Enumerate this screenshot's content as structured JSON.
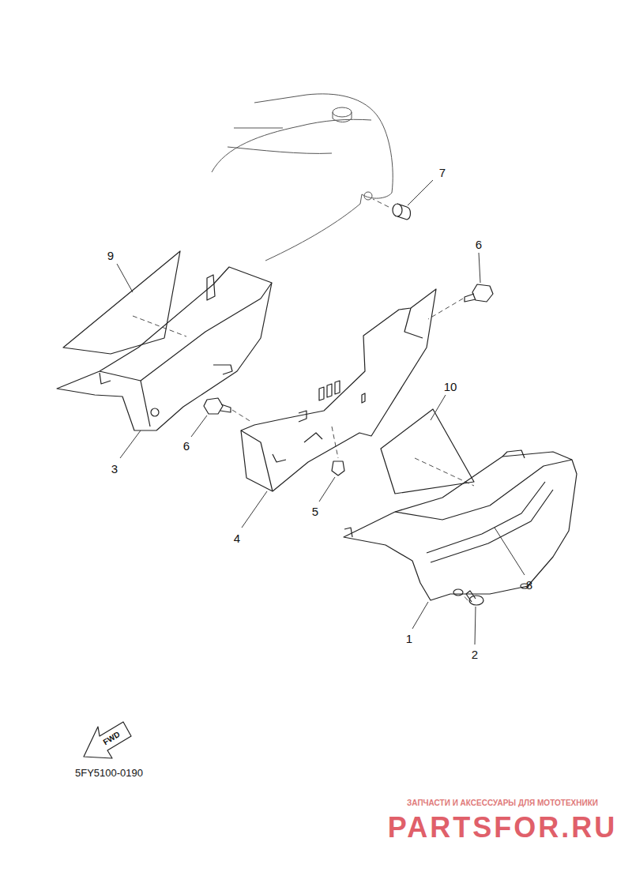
{
  "diagram": {
    "labels": [
      "7",
      "9",
      "6",
      "10",
      "6",
      "3",
      "5",
      "4",
      "8",
      "1",
      "2",
      "FWD",
      "5FY5100-0190",
      "ЗАПЧАСТИ И АКСЕССУАРЫ ДЛЯ МОТОТЕХНИКИ",
      "PARTSFOR.RU"
    ]
  }
}
